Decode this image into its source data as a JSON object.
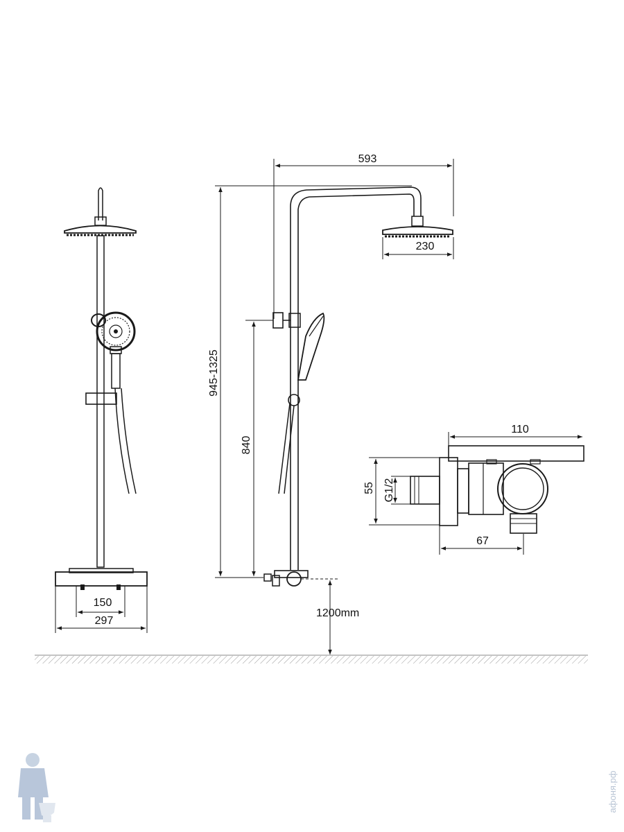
{
  "dimensions": {
    "overall_width": "593",
    "head_diameter": "230",
    "height_range": "945-1325",
    "holder_height": "840",
    "mixer_depth": "110",
    "mixer_height": "55",
    "thread": "G1/2",
    "mixer_projection": "67",
    "inlet_spacing": "150",
    "mixer_width": "297",
    "install_height": "1200mm"
  },
  "watermark": {
    "site": "афоня.рф",
    "logo": "plumber-mascot"
  },
  "colors": {
    "line": "#1a1a1a",
    "hatch": "#9a9a9a",
    "watermark": "#b8c4d4"
  }
}
